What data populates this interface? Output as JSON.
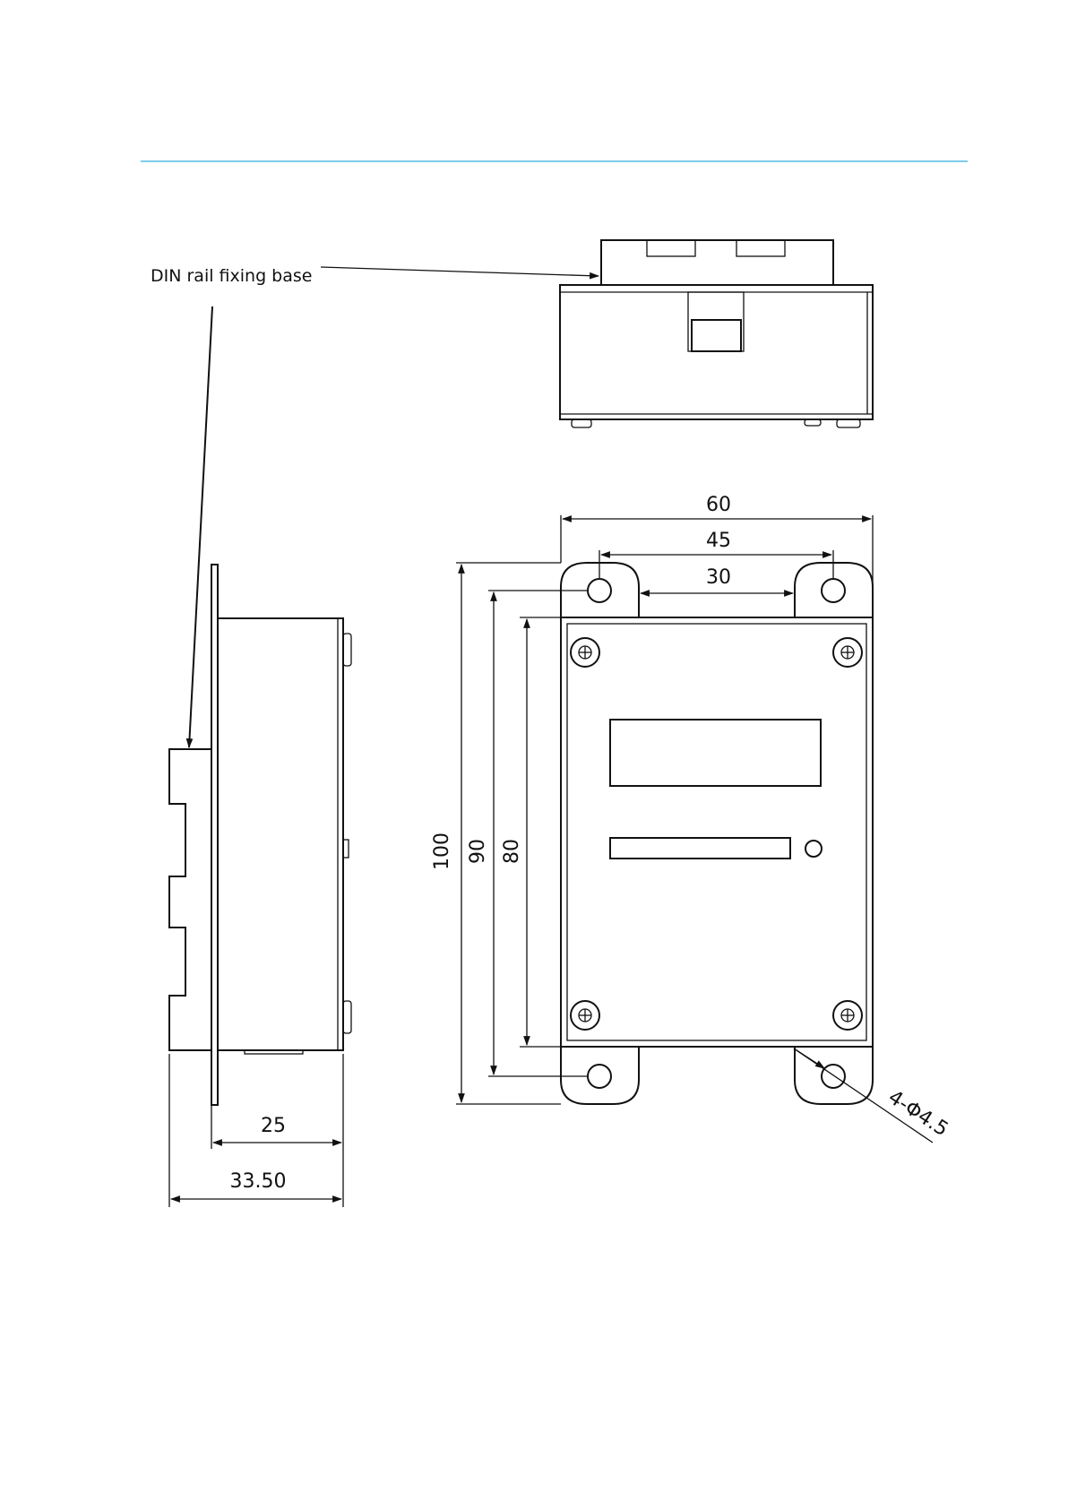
{
  "header": {
    "rule_color": "#7ecdea"
  },
  "callout": {
    "label": "DIN rail fixing base"
  },
  "dimensions": {
    "width_60": "60",
    "width_45": "45",
    "width_30": "30",
    "height_100": "100",
    "height_90": "90",
    "height_80": "80",
    "hole_spec": "4-Φ4.5",
    "depth_25": "25",
    "depth_33_50": "33.50"
  }
}
